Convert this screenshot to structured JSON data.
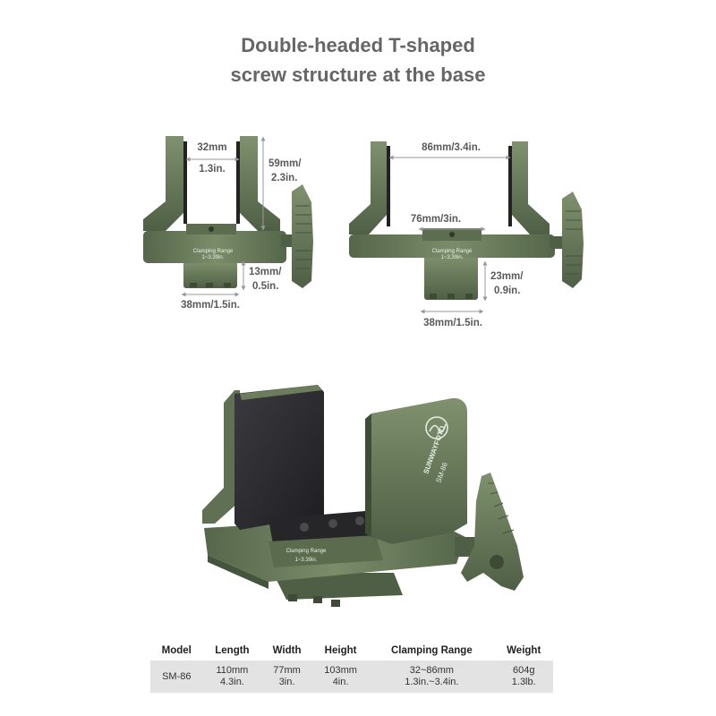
{
  "heading": {
    "line1": "Double-headed T-shaped",
    "line2": "screw structure at the base"
  },
  "front_view_small": {
    "gap_width": [
      "32mm",
      "1.3in."
    ],
    "height": [
      "59mm/",
      "2.3in."
    ],
    "base_height": [
      "13mm/",
      "0.5in."
    ],
    "base_width": "38mm/1.5in.",
    "plate_text": [
      "Clamping Range",
      "1~3.39in."
    ]
  },
  "front_view_wide": {
    "gap_width": "86mm/3.4in.",
    "inner_width": "76mm/3in.",
    "base_height": [
      "23mm/",
      "0.9in."
    ],
    "base_width": "38mm/1.5in.",
    "plate_text": [
      "Clamping Range",
      "1~3.39in."
    ]
  },
  "product_3d": {
    "brand": "SUNWAYFOTO",
    "model_mark": "SM-86",
    "plate_text": [
      "Clamping Range",
      "1~3.39in."
    ]
  },
  "specs": {
    "headers": [
      "Model",
      "Length",
      "Width",
      "Height",
      "Clamping Range",
      "Weight"
    ],
    "row": [
      [
        "SM-86"
      ],
      [
        "110mm",
        "4.3in."
      ],
      [
        "77mm",
        "3in."
      ],
      [
        "103mm",
        "4in."
      ],
      [
        "32~86mm",
        "1.3in.~3.4in."
      ],
      [
        "604g",
        "1.3lb."
      ]
    ]
  },
  "colors": {
    "body_green": "#6b7d5c",
    "dark_green": "#4f5f45",
    "pad_black": "#2a2a2e",
    "dim_text": "#5a5a5a"
  }
}
